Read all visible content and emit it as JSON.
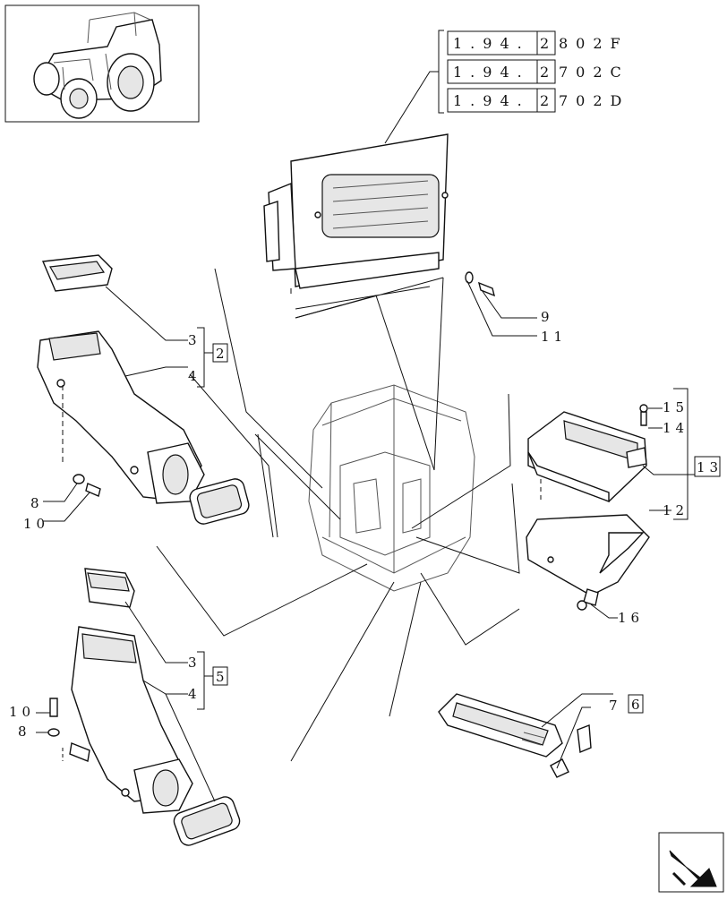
{
  "thumbnail": {
    "icon": "tractor-icon"
  },
  "reference_codes": [
    {
      "prefix": "1.94.",
      "box": "2",
      "suffix": "802F"
    },
    {
      "prefix": "1.94.",
      "box": "2",
      "suffix": "702C"
    },
    {
      "prefix": "1.94.",
      "box": "2",
      "suffix": "702D"
    }
  ],
  "callouts": {
    "p9": "9",
    "p11": "11",
    "p15": "15",
    "p14": "14",
    "p13": "13",
    "p12": "12",
    "p16": "16",
    "p3a": "3",
    "p4a": "4",
    "p2": "2",
    "p8a": "8",
    "p10a": "10",
    "p3b": "3",
    "p4b": "4",
    "p5": "5",
    "p10b": "10",
    "p8b": "8",
    "p7": "7",
    "p6": "6"
  },
  "nav": {
    "icon": "next-page-arrow-icon"
  }
}
